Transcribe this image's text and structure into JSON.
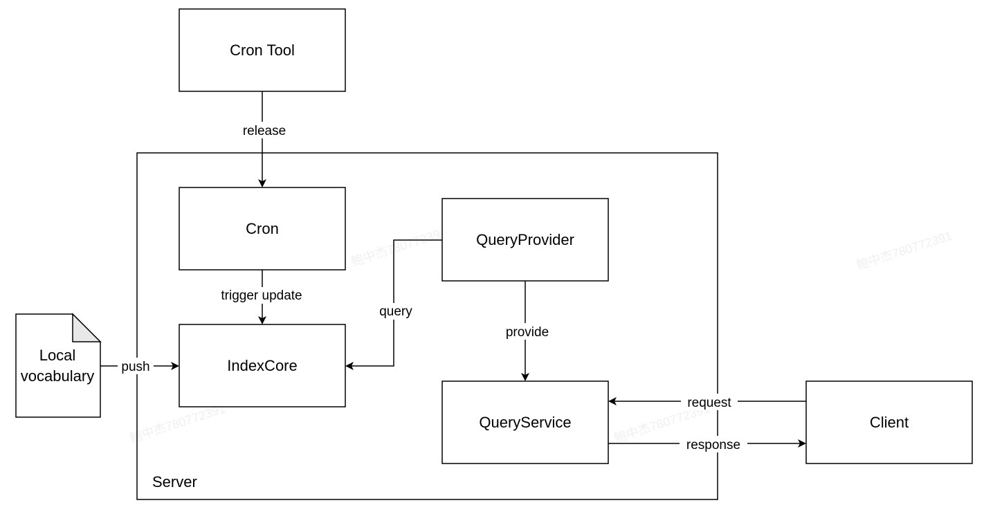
{
  "nodes": {
    "cron_tool": "Cron Tool",
    "cron": "Cron",
    "index_core": "IndexCore",
    "query_provider": "QueryProvider",
    "query_service": "QueryService",
    "client": "Client",
    "local_vocab_line1": "Local",
    "local_vocab_line2": "vocabulary"
  },
  "container": {
    "label": "Server"
  },
  "edges": {
    "release": "release",
    "trigger_update": "trigger update",
    "query": "query",
    "provide": "provide",
    "push": "push",
    "request": "request",
    "response": "response"
  },
  "watermark": {
    "text": "鲍中杰780772391"
  }
}
